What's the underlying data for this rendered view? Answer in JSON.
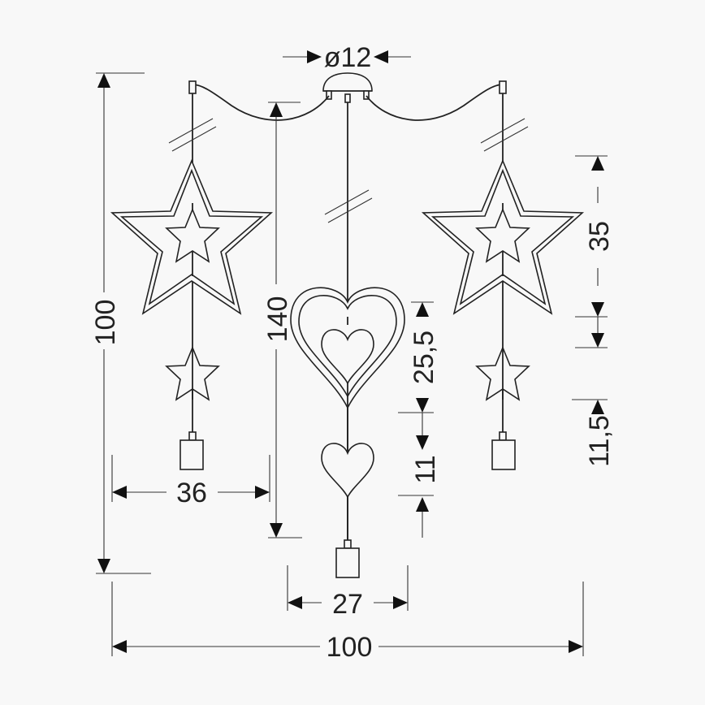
{
  "dimensions": {
    "canopy_diameter": "ø12",
    "total_height": "100",
    "max_drop": "140",
    "star_width": "36",
    "star_height": "35",
    "heart_height": "25,5",
    "small_heart_height": "11",
    "small_star_height": "11,5",
    "heart_width": "27",
    "total_width": "100"
  }
}
